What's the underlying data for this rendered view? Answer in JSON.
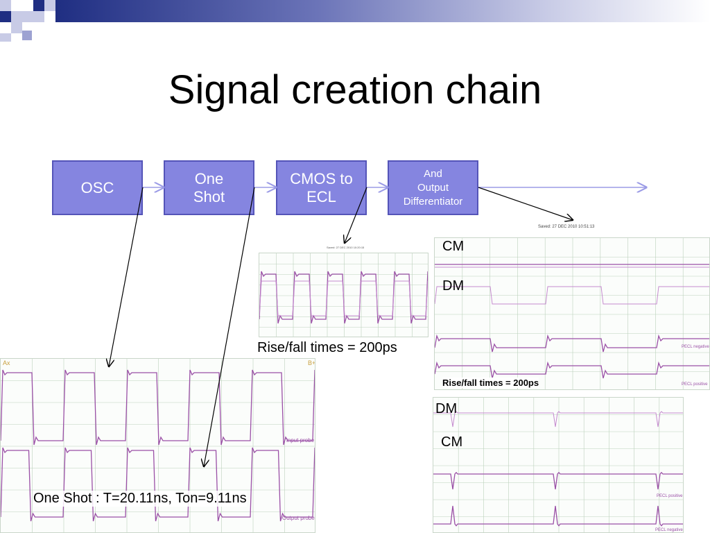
{
  "slide": {
    "title": "Signal creation chain"
  },
  "blocks": [
    {
      "label": "OSC"
    },
    {
      "label": "One\nShot"
    },
    {
      "label": "CMOS to\nECL"
    },
    {
      "label": "And\nOutput\nDifferentiator"
    }
  ],
  "scopes": {
    "one_shot": {
      "caption": "One Shot : T=20.11ns, Ton=9.11ns",
      "trace_label_1": "input probe",
      "trace_label_2": "Output probe",
      "cursor_a": "Ax",
      "cursor_b": "B+"
    },
    "cmos": {
      "caption": "Rise/fall times = 200ps",
      "saved": "Saved: 27 DEC 2010 10:20:15"
    },
    "output": {
      "label_cm": "CM",
      "label_dm": "DM",
      "saved": "Saved: 27 DEC 2010 10:51:13",
      "caption": "Rise/fall times = 200ps",
      "trace_neg": "PECL negative",
      "trace_pos": "PECL positive"
    },
    "diff": {
      "label_dm": "DM",
      "label_cm": "CM",
      "trace_pos": "PECL positive",
      "trace_neg": "PECL negative"
    }
  },
  "colors": {
    "block_fill": "#8585e0",
    "block_border": "#5454b8",
    "arrow": "#9b9be6",
    "trace": "#9a4fa6",
    "grid": "#bcd1bc",
    "deco_navy": "#1f2e82",
    "deco_light": "#c8cbe6"
  }
}
